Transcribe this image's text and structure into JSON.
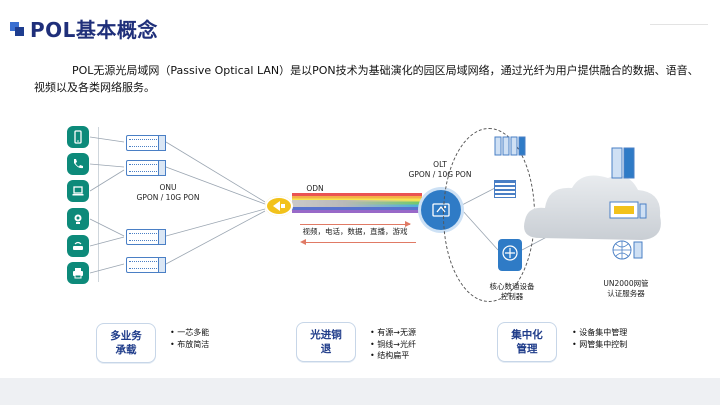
{
  "header": {
    "title": "POL基本概念"
  },
  "intro": {
    "text": "POL无源光局域网（Passive Optical LAN）是以PON技术为基础演化的园区局域网络，通过光纤为用户提供融合的数据、语音、视频以及各类网络服务。"
  },
  "diagram": {
    "terminals": [
      "phone-icon",
      "telephone-icon",
      "laptop-icon",
      "camera-icon",
      "router-icon",
      "printer-icon"
    ],
    "onu_label_line1": "ONU",
    "onu_label_line2": "GPON / 10G PON",
    "odn_label": "ODN",
    "services_label": "视频，电话，数据，直播，游戏",
    "olt_label_line1": "OLT",
    "olt_label_line2": "GPON / 10G PON",
    "core_label_line1": "核心数通设备",
    "core_label_line2": "控制器",
    "nms_label_line1": "UN2000网管",
    "nms_label_line2": "认证服务器"
  },
  "features": [
    {
      "title_line1": "多业务",
      "title_line2": "承载",
      "bullets": [
        "一芯多能",
        "布放简洁"
      ]
    },
    {
      "title_line1": "光进铜",
      "title_line2": "退",
      "bullets": [
        "有源→无源",
        "铜线→光纤",
        "结构扁平"
      ]
    },
    {
      "title_line1": "集中化",
      "title_line2": "管理",
      "bullets": [
        "设备集中管理",
        "网管集中控制"
      ]
    }
  ],
  "colors": {
    "title": "#1f2f7a",
    "accent": "#2f7bc6",
    "teal": "#0d8a7a",
    "splitter": "#f2c21b"
  }
}
